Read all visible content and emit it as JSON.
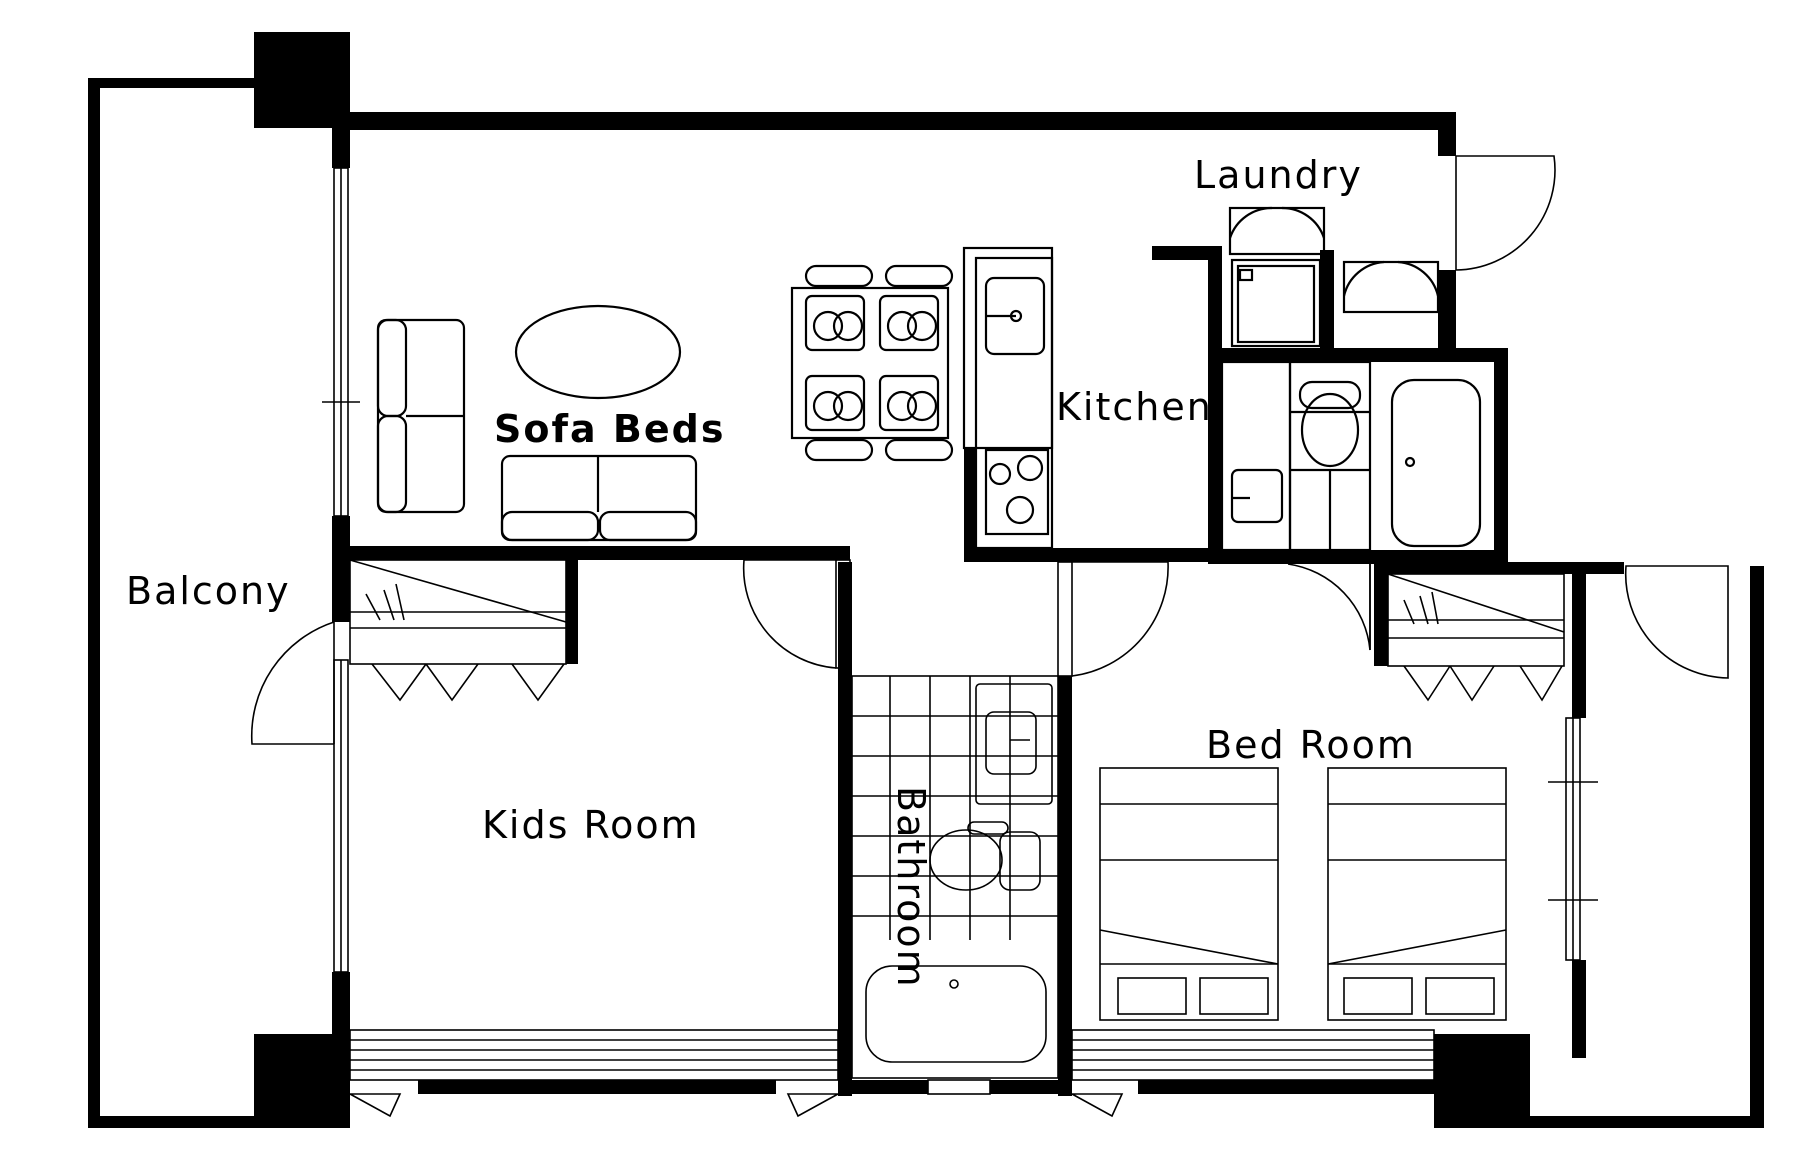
{
  "rooms": {
    "balcony": "Balcony",
    "laundry": "Laundry",
    "kitchen": "Kitchen",
    "sofa_beds": "Sofa Beds",
    "kids_room": "Kids Room",
    "bathroom": "Bathroom",
    "bed_room": "Bed Room"
  },
  "colors": {
    "wall": "#000000",
    "background": "#ffffff"
  }
}
